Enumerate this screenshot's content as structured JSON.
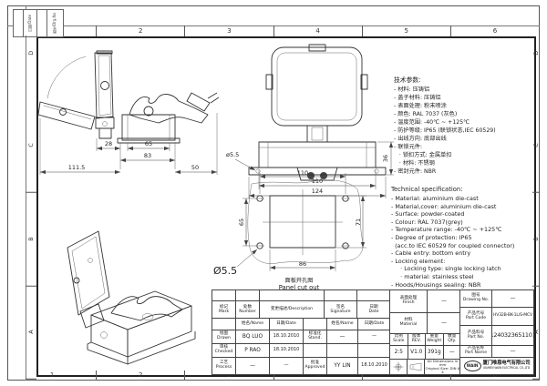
{
  "frame": {
    "grid_columns": [
      "1",
      "2",
      "3",
      "4",
      "5",
      "6"
    ],
    "grid_rows_left": [
      "D",
      "C",
      "B",
      "A"
    ],
    "grid_rows_right": [
      "D",
      "C",
      "B",
      "A"
    ],
    "corner_labels": {
      "date": "日期/Date",
      "code": "图号/Drg.No"
    }
  },
  "drawings": {
    "side_view": {
      "d28": "28",
      "d65": "65",
      "d83": "83",
      "d111_5": "111.5",
      "d50": "50"
    },
    "front_view": {
      "hole": "ø5.5",
      "d110": "110",
      "d124": "124",
      "d36": "36"
    },
    "panel_cutout": {
      "d110": "110",
      "d65": "65",
      "d71": "71",
      "d86": "86",
      "hole": "Ø5.5",
      "caption_cn": "面板开孔图",
      "caption_en": "Panel cut out"
    }
  },
  "tech_spec_cn": {
    "title": "技术参数:",
    "lines": [
      "- 材料: 压铸铝",
      "- 盖子材料: 压铸铝",
      "- 表面处理: 粉末喷涂",
      "- 颜色: RAL 7037 (灰色)",
      "- 温度范围: -40℃ ~ +125℃",
      "- 防护等级: IP65 (联锁状态,IEC 60529)",
      "- 出线方向: 底部出线",
      "- 联锁元件:",
      "   · 锁扣方式: 金属单扣",
      "   · 材料: 不锈钢",
      "- 密封元件: NBR"
    ]
  },
  "tech_spec_en": {
    "title": "Technical specification:",
    "lines": [
      "- Material: aluminium die-cast",
      "- Material,cover: aluminium die-cast",
      "- Surface: powder-coated",
      "- Colour: RAL 7037(grey)",
      "- Temperature range: -40℃ ~ +125℃",
      "- Degree of protection: IP65",
      "  (acc.to IEC 60529 for coupled connector)",
      "- Cable entry: bottom entry",
      "- Locking element:",
      "     · Locking type: single locking latch",
      "     · material: stainless steel",
      "- Hoods/Housings sealing: NBR"
    ]
  },
  "revision_table": {
    "headers": {
      "mark": "标记\nMark",
      "number": "处数\nNumber",
      "description": "变更描述/Description",
      "signature": "签名\nSignature",
      "date": "日期\nDate",
      "name_col": "姓名/Name",
      "date_col": "日期/Date"
    },
    "drawn": {
      "label": "绘图\nDrawn",
      "name": "BQ LUO",
      "date": "18.10.2010"
    },
    "checked": {
      "label": "审核\nChecked",
      "name": "P RAO",
      "date": "18.10.2010"
    },
    "process": {
      "label": "工艺\nProcess",
      "name": "—",
      "date": "—"
    },
    "standardized": {
      "label": "标准化\nStand.",
      "name": "—",
      "date": "—"
    },
    "approved": {
      "label": "批准\nApproved",
      "name": "YY LIN",
      "date": "18.10.2010"
    }
  },
  "title_block": {
    "finish": {
      "label": "表面处理\nFinish",
      "value": "—"
    },
    "material": {
      "label": "材料\nMaterial",
      "value": "—"
    },
    "scale": {
      "label": "比例\nScale",
      "value": "2:5"
    },
    "rev": {
      "label": "版本\nREV.",
      "value": "V1.0"
    },
    "weight": {
      "label": "重量\nWeight",
      "value": "391g"
    },
    "qty": {
      "label": "数量\nQty.",
      "value": "—"
    },
    "dims_note": "All Dimensions in mm\nOriginal Size: DIN A 4",
    "drawing_no": {
      "label": "图号\nDrawing No.",
      "value": "—"
    },
    "part_code": {
      "label": "产品代号\nPart Code",
      "value": "HV32B-BK-1L/S-MCV"
    },
    "part_no": {
      "label": "产品料号\nPart No.",
      "value": "1240323651101"
    },
    "part_name": {
      "label": "产品名称\nPart Name",
      "value": "—"
    },
    "company": {
      "logo": "WAIN",
      "name_cn": "厦门唯恩电气有限公司",
      "name_en": "XIAMEN WAIN ELECTRICAL CO.,LTD"
    }
  }
}
